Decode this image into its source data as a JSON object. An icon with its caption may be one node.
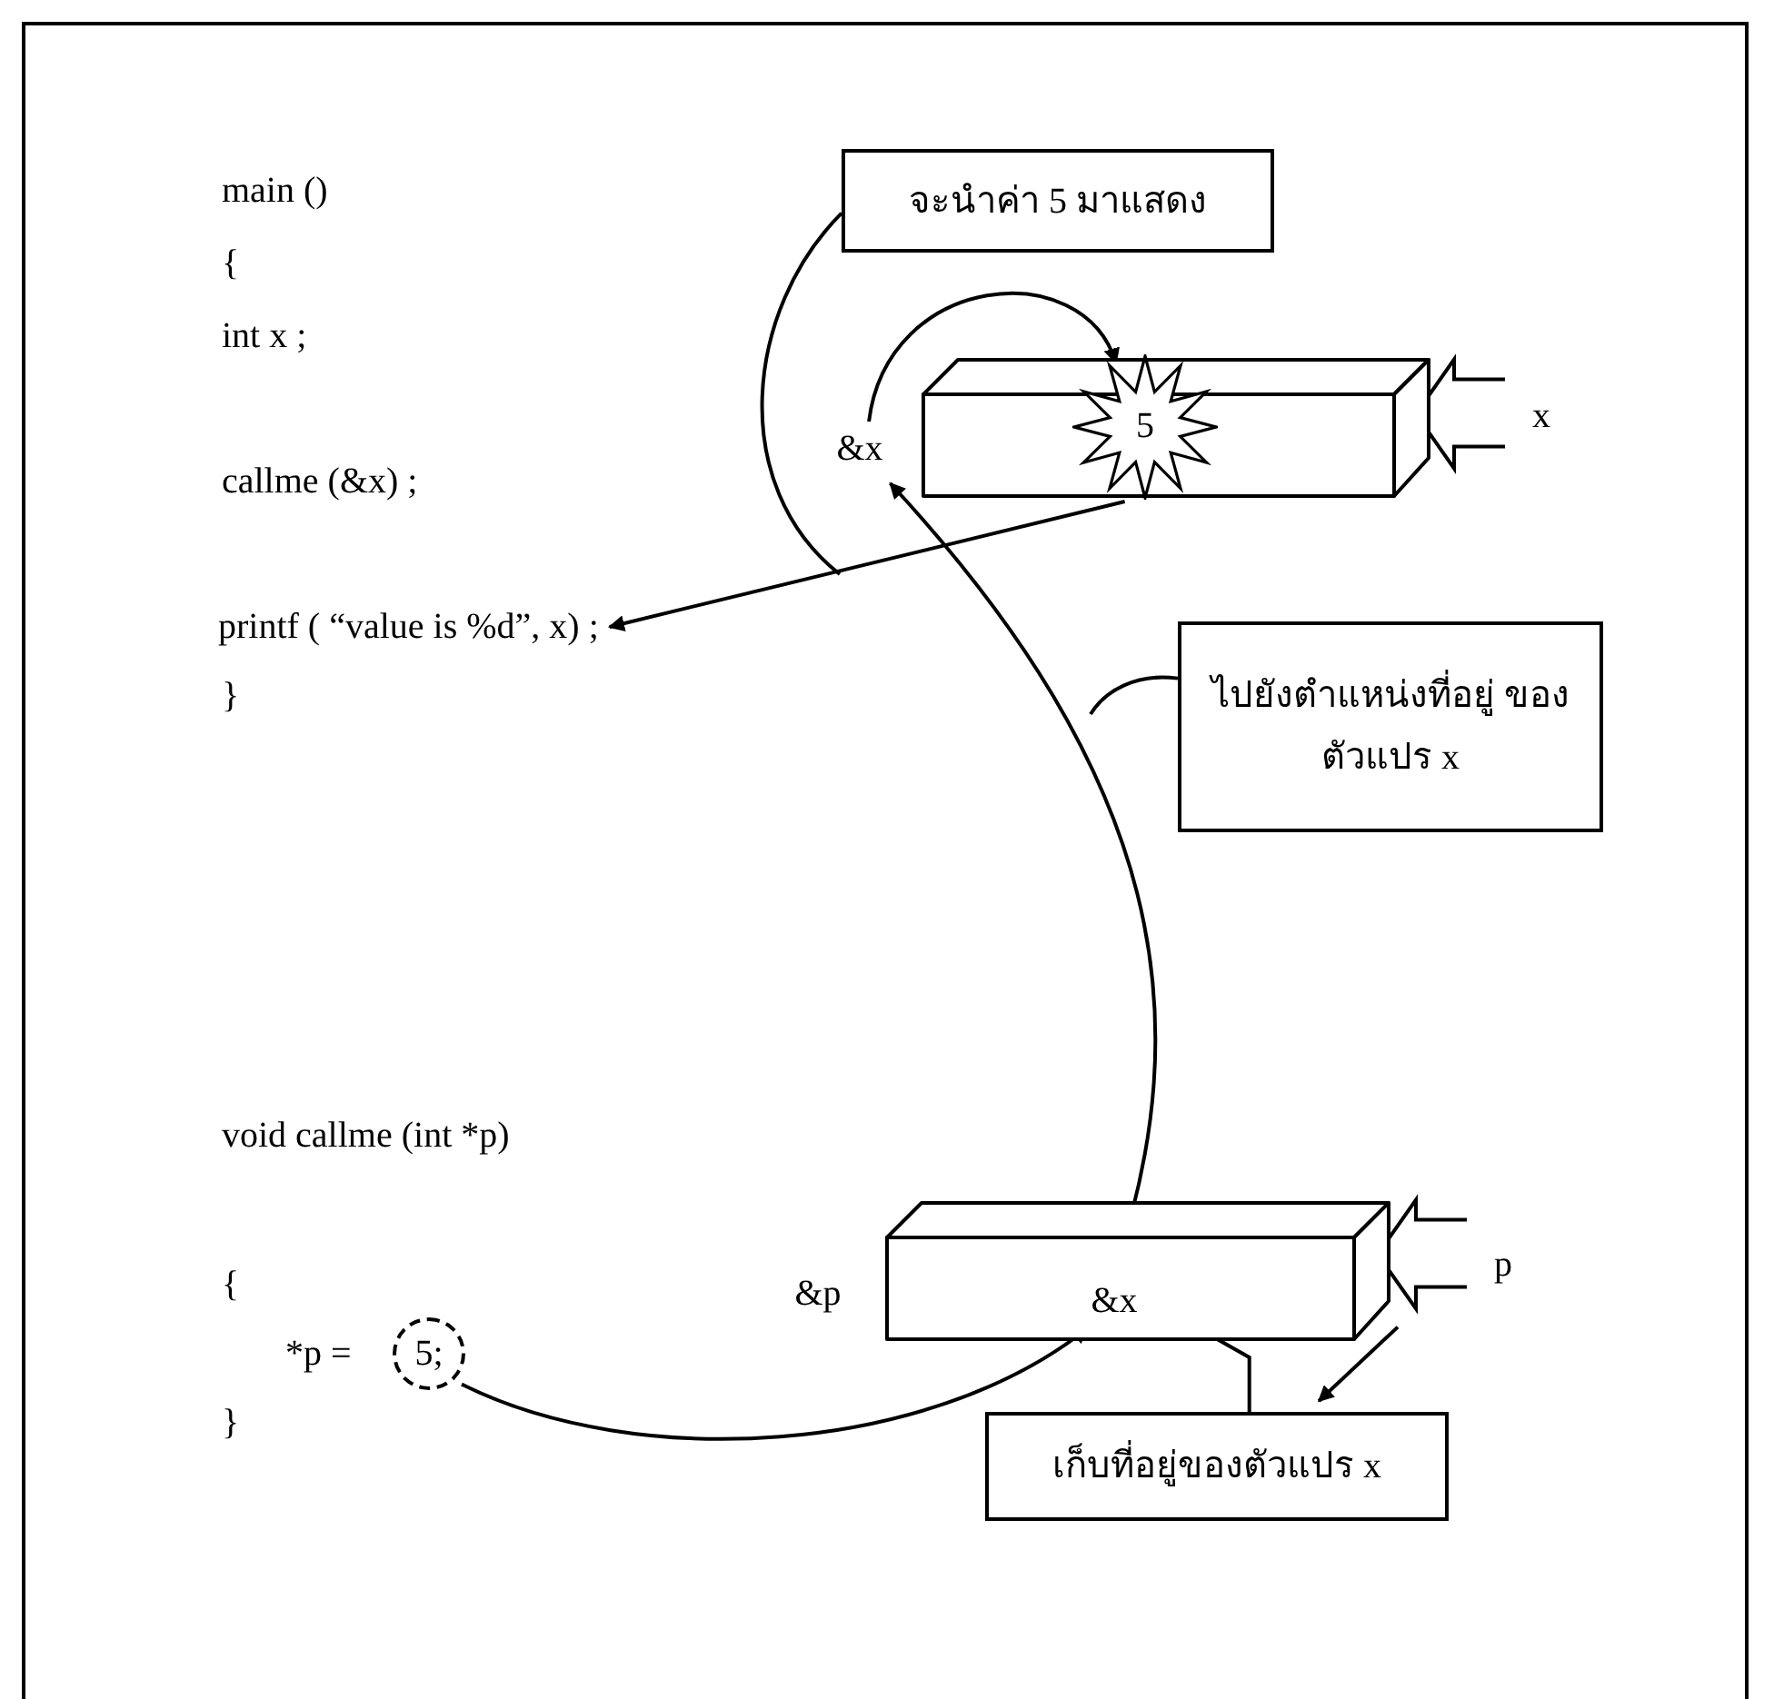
{
  "diagram": {
    "nodes": [
      {
        "text": [
          "จะนำค่า 5 มาแสดง"
        ]
      },
      {
        "text": [
          "&x"
        ]
      },
      {
        "text": [],
        "shape": "box"
      },
      {
        "text": [
          "5"
        ]
      },
      {
        "text": [
          "x"
        ]
      },
      {
        "text": [
          "printf ( “value is %d”, x) ;"
        ]
      },
      {
        "text": [
          "ไปยังตำแหน่งที่อยู่ ของตัวแปร x"
        ]
      },
      {
        "text": [
          "&p"
        ]
      },
      {
        "text": [],
        "shape": "box"
      },
      {
        "text": [
          "&x"
        ],
        "in": 8
      },
      {
        "text": [
          "p"
        ]
      },
      {
        "text": [
          "5;"
        ]
      },
      {
        "text": [
          "เก็บที่อยู่ของตัวแปร x"
        ]
      }
    ],
    "edges": [
      {
        "from": 4,
        "to": 2,
        "arrow": "to"
      },
      {
        "from": 1,
        "to": 3,
        "arrow": "to"
      },
      {
        "from": 3,
        "to": 5,
        "arrow": "to"
      },
      {
        "from": 0,
        "to": null,
        "arrow": "none"
      },
      {
        "from": 9,
        "to": 1,
        "arrow": "to"
      },
      {
        "from": 6,
        "to": null,
        "arrow": "none"
      },
      {
        "from": 10,
        "to": 8,
        "arrow": "to"
      },
      {
        "from": 11,
        "to": 9,
        "arrow": "to"
      },
      {
        "from": 12,
        "to": 9,
        "arrow": "to"
      },
      {
        "from": 8,
        "to": 12,
        "arrow": "to"
      }
    ],
    "labels": [
      "main ()",
      "{",
      "int x ;",
      "callme (&x) ;",
      "}",
      "void callme (int *p)",
      "{",
      "*p =",
      "}"
    ]
  }
}
